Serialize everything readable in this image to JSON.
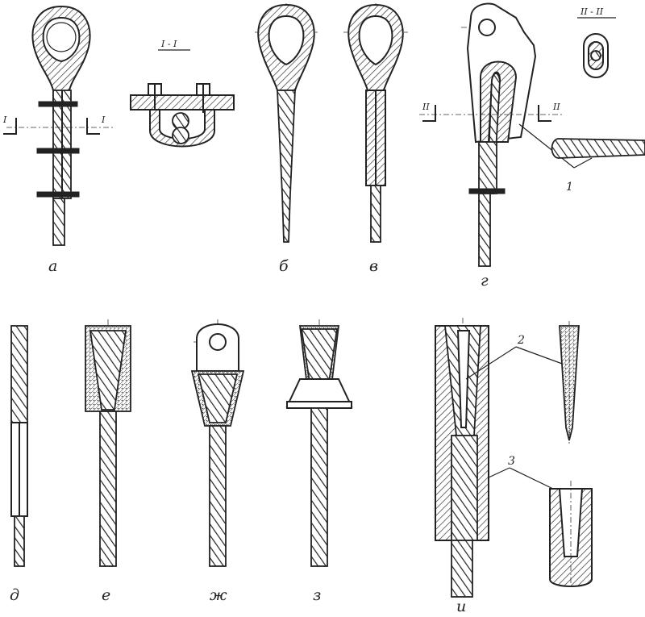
{
  "labels": {
    "a": "а",
    "b": "б",
    "v": "в",
    "g": "г",
    "d": "д",
    "e": "е",
    "zh": "ж",
    "z": "з",
    "i": "и"
  },
  "sections": {
    "one_title": "I - I",
    "one_left": "I",
    "one_right": "I",
    "two_title": "II - II",
    "two_left": "II",
    "two_right": "II"
  },
  "callouts": {
    "one": "1",
    "two": "2",
    "three": "3"
  }
}
